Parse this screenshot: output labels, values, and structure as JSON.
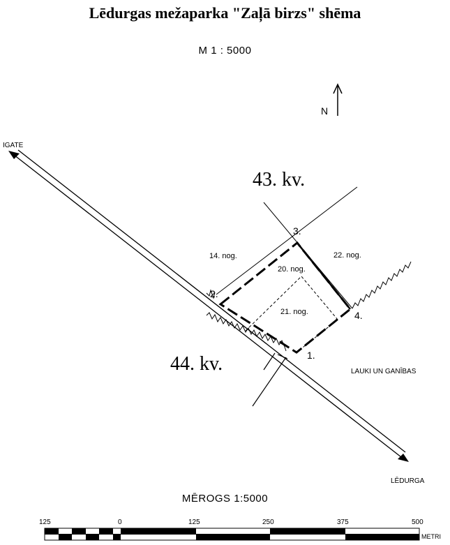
{
  "title": "Lēdurgas mežaparka \"Zaļā birzs\" shēma",
  "scale_text": "M 1 : 5000",
  "north_label": "N",
  "places": {
    "igate": "IGATE",
    "ledurga": "LĒDURGA",
    "fields": "LAUKI UN GANĪBAS"
  },
  "quarters": {
    "kv43": "43. kv.",
    "kv44": "44. kv."
  },
  "compartments": {
    "nog14": "14. nog.",
    "nog20": "20. nog.",
    "nog21": "21. nog.",
    "nog22": "22. nog."
  },
  "points": {
    "p1": "1.",
    "p2": "2.",
    "p3": "3.",
    "p4": "4."
  },
  "scalebar": {
    "title": "MĒROGS 1:5000",
    "ticks": [
      "125",
      "0",
      "125",
      "250",
      "375",
      "500"
    ],
    "unit": "METRI"
  }
}
